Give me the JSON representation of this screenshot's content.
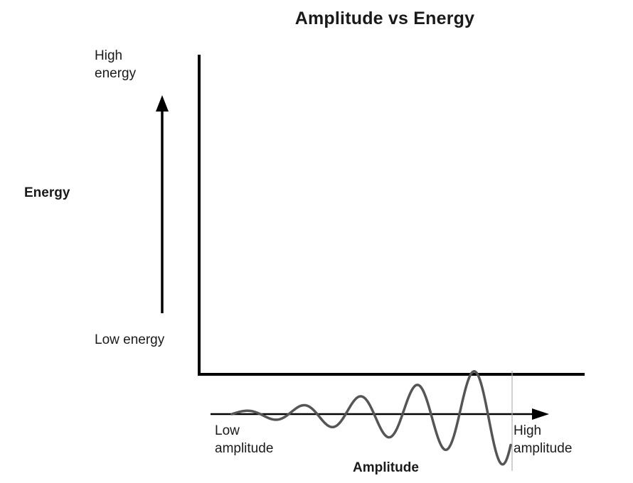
{
  "title": "Amplitude vs Energy",
  "y_axis": {
    "label": "Energy",
    "top_label": "High\nenergy",
    "bottom_label": "Low energy"
  },
  "x_axis": {
    "label": "Amplitude",
    "left_label": "Low\namplitude",
    "right_label": "High\namplitude"
  },
  "colors": {
    "axis": "#000000",
    "wave": "#555555",
    "text": "#1a1a1a"
  }
}
